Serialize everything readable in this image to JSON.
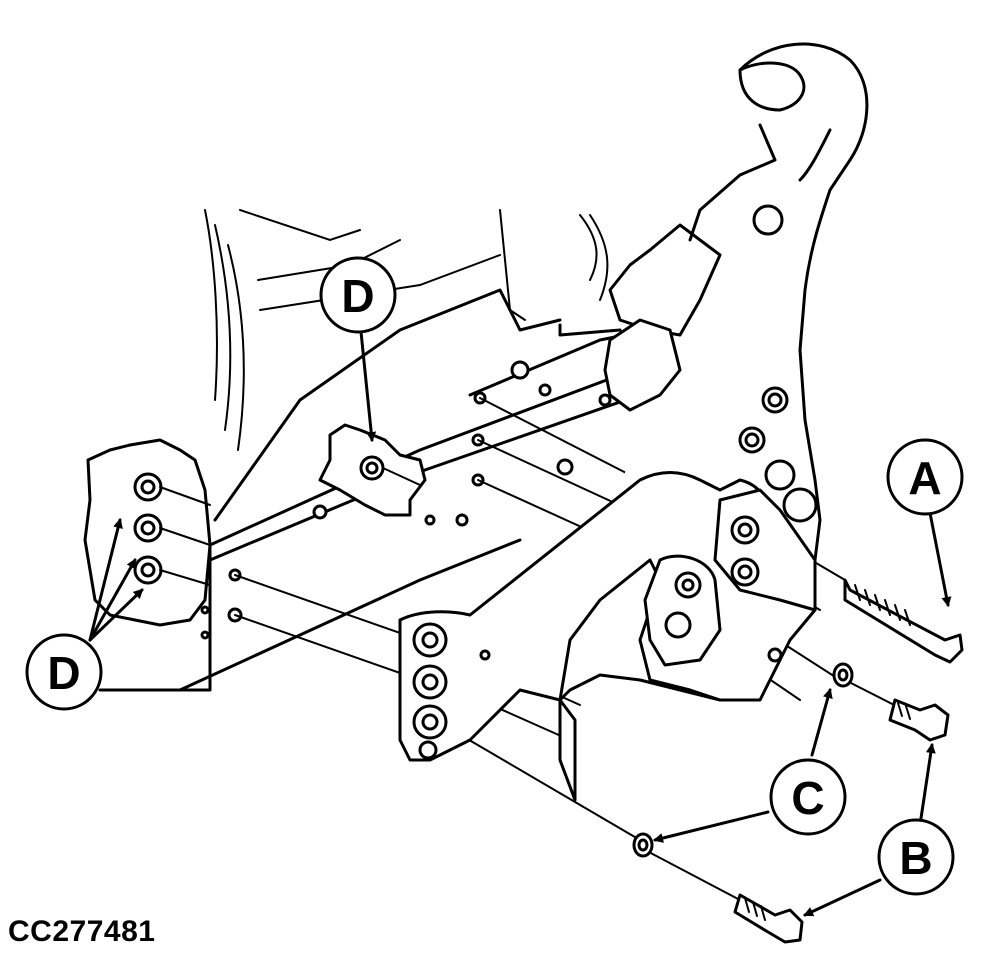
{
  "figure_id": "CC277481",
  "callouts": {
    "a": "A",
    "b": "B",
    "c": "C",
    "d": "D"
  }
}
